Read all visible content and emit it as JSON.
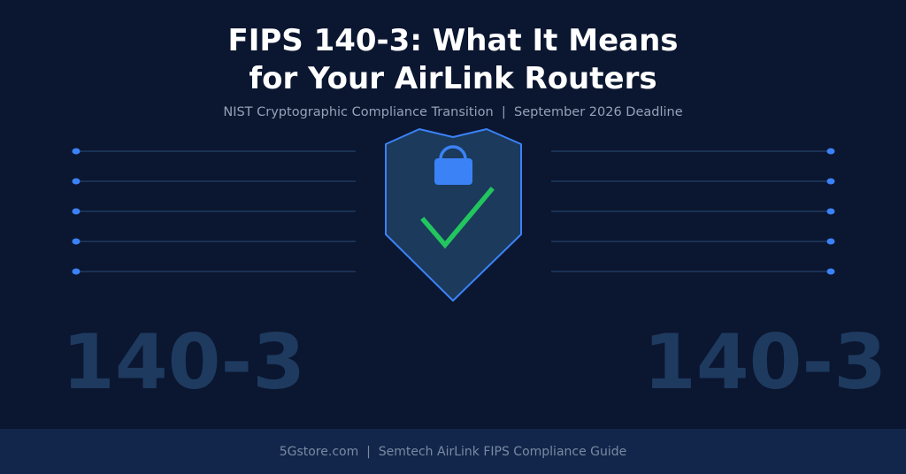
{
  "header": {
    "title_line1": "FIPS 140-3: What It Means",
    "title_line2": "for Your AirLink Routers",
    "subtitle": "NIST Cryptographic Compliance Transition  |  September 2026 Deadline"
  },
  "graphic": {
    "shield_icon": "shield-icon",
    "lock_icon": "lock-icon",
    "check_icon": "checkmark-icon",
    "left_watermark": "140-3",
    "right_watermark": "140-3",
    "line_rows_y": [
      171,
      205,
      239,
      273,
      307
    ]
  },
  "footer": {
    "text": "5Gstore.com  |  Semtech AirLink FIPS Compliance Guide"
  },
  "colors": {
    "background": "#0b1630",
    "footer_band": "#11264a",
    "accent_blue": "#3b82f6",
    "check_green": "#22c55e",
    "shield_fill": "#1b3a5c",
    "watermark": "#1e3a5f"
  }
}
